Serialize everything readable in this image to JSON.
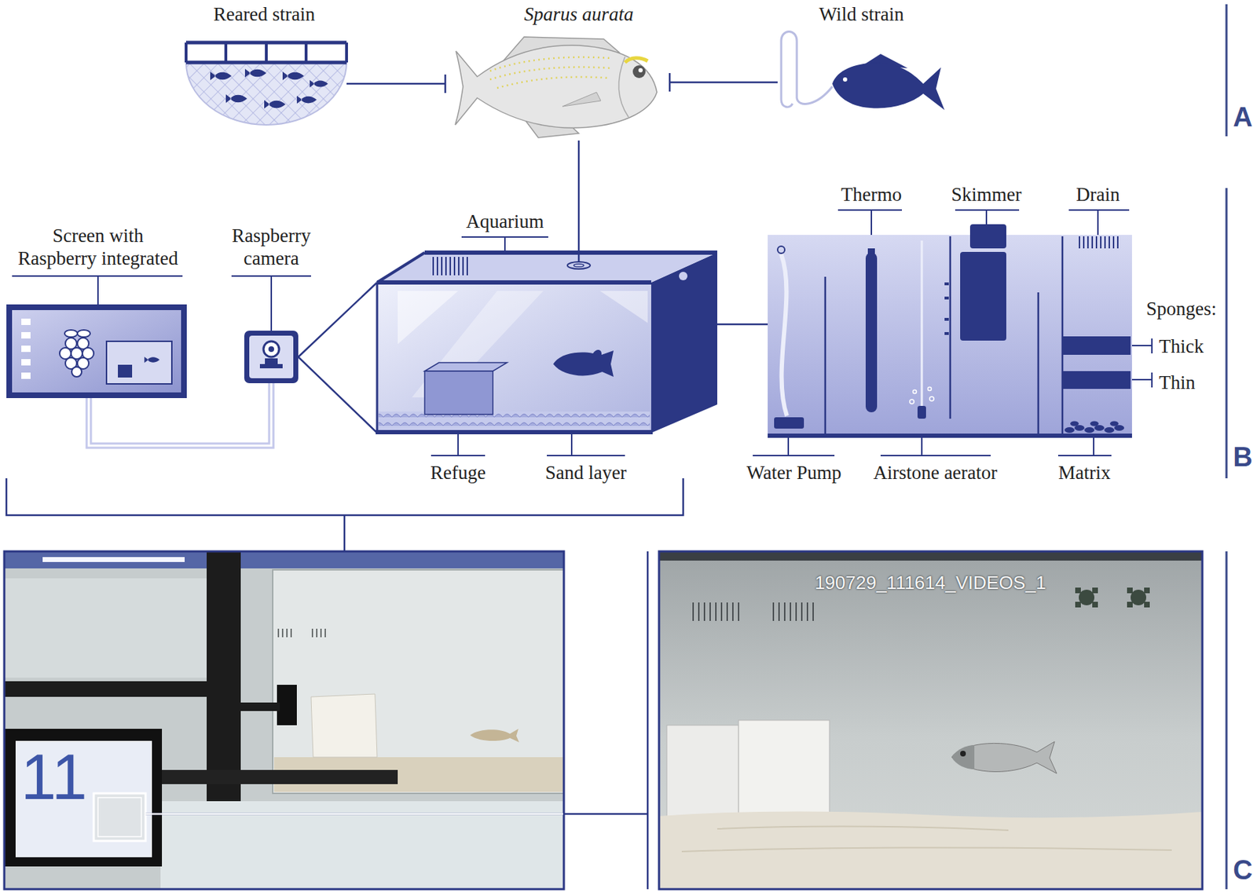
{
  "diagram": {
    "nodes": [
      {
        "text": [
          "Reared strain"
        ]
      },
      {
        "text": [
          "Sparus aurata"
        ]
      },
      {
        "text": [
          "Wild strain"
        ]
      },
      {
        "text": [
          "Screen with Raspberry integrated"
        ]
      },
      {
        "text": [
          "Raspberry camera"
        ]
      },
      {
        "text": [
          "Aquarium"
        ]
      }
    ],
    "edges": [
      {
        "from": 0,
        "to": 1,
        "arrow": "none"
      },
      {
        "from": 2,
        "to": 1,
        "arrow": "none"
      },
      {
        "from": 1,
        "to": 5,
        "arrow": "none"
      },
      {
        "from": 3,
        "to": 4,
        "arrow": "none"
      },
      {
        "from": 4,
        "to": 5,
        "arrow": "none"
      }
    ],
    "labels": [
      "A",
      "Thermo",
      "Skimmer",
      "Drain",
      "Sponges:",
      "Thick",
      "Thin",
      "Refuge",
      "Sand layer",
      "Water Pump",
      "Airstone aerator",
      "Matrix",
      "B",
      "11",
      "190729_111614_VIDEOS_1",
      "C"
    ]
  }
}
